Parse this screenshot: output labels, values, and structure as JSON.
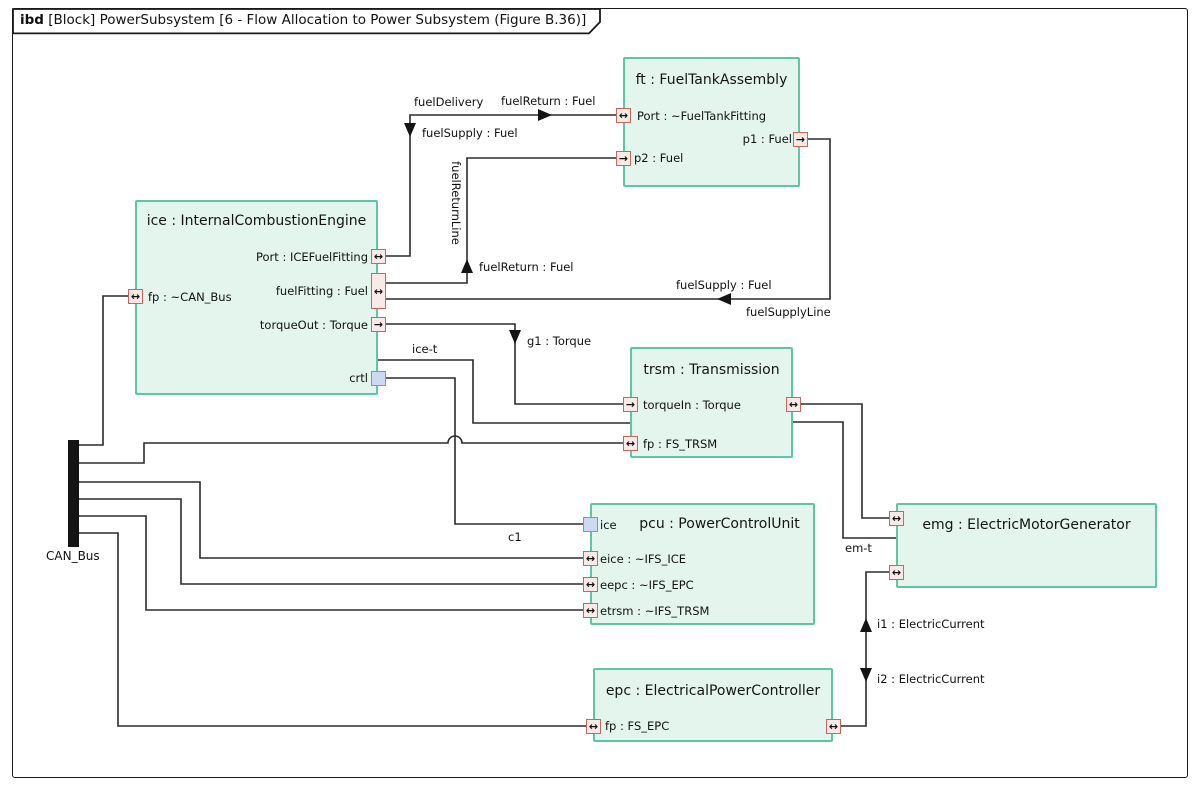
{
  "frame": {
    "kind": "ibd",
    "title": " [Block] PowerSubsystem [6 - Flow Allocation to Power Subsystem (Figure B.36)]"
  },
  "icons": {
    "inout_arrow": "↔",
    "flow_arrow": "→"
  },
  "colors": {
    "block_fill": "#e4f5ee",
    "block_border": "#5ec5a6",
    "port_fill": "#f9e9e7",
    "port_border": "#c4685e",
    "proxy_fill": "#cdd9f3",
    "proxy_border": "#8191c9",
    "wire": "#2b2b2b",
    "bus": "#141414"
  },
  "bus": {
    "label": "CAN_Bus"
  },
  "blocks": {
    "ft": {
      "title": "ft : FuelTankAssembly",
      "ports": {
        "port": "Port : ~FuelTankFitting",
        "p2": "p2 : Fuel",
        "p1": "p1 : Fuel"
      }
    },
    "ice": {
      "title": "ice : InternalCombustionEngine",
      "ports": {
        "fp": "fp : ~CAN_Bus",
        "port": "Port : ICEFuelFitting",
        "fuelFitting": "fuelFitting : Fuel",
        "torqueOut": "torqueOut : Torque",
        "crtl": "crtl"
      }
    },
    "trsm": {
      "title": "trsm : Transmission",
      "ports": {
        "torqueIn": "torqueIn : Torque",
        "fp": "fp : FS_TRSM"
      }
    },
    "pcu": {
      "title": "pcu : PowerControlUnit",
      "ports": {
        "ice": "ice",
        "eice": "eice : ~IFS_ICE",
        "eepc": "eepc : ~IFS_EPC",
        "etrsm": "etrsm : ~IFS_TRSM"
      }
    },
    "emg": {
      "title": "emg : ElectricMotorGenerator"
    },
    "epc": {
      "title": "epc : ElectricalPowerController",
      "ports": {
        "fp": "fp : FS_EPC"
      }
    }
  },
  "flows": {
    "fuelDelivery": "fuelDelivery",
    "fuelSupplyTop": "fuelSupply : Fuel",
    "fuelReturnTop": "fuelReturn : Fuel",
    "fuelReturnLine": "fuelReturnLine",
    "fuelReturnMid": "fuelReturn : Fuel",
    "fuelSupplyRight": "fuelSupply : Fuel",
    "fuelSupplyLine": "fuelSupplyLine",
    "iceT": "ice-t",
    "g1": "g1 : Torque",
    "c1": "c1",
    "emT": "em-t",
    "i1": "i1 : ElectricCurrent",
    "i2": "i2 : ElectricCurrent"
  }
}
